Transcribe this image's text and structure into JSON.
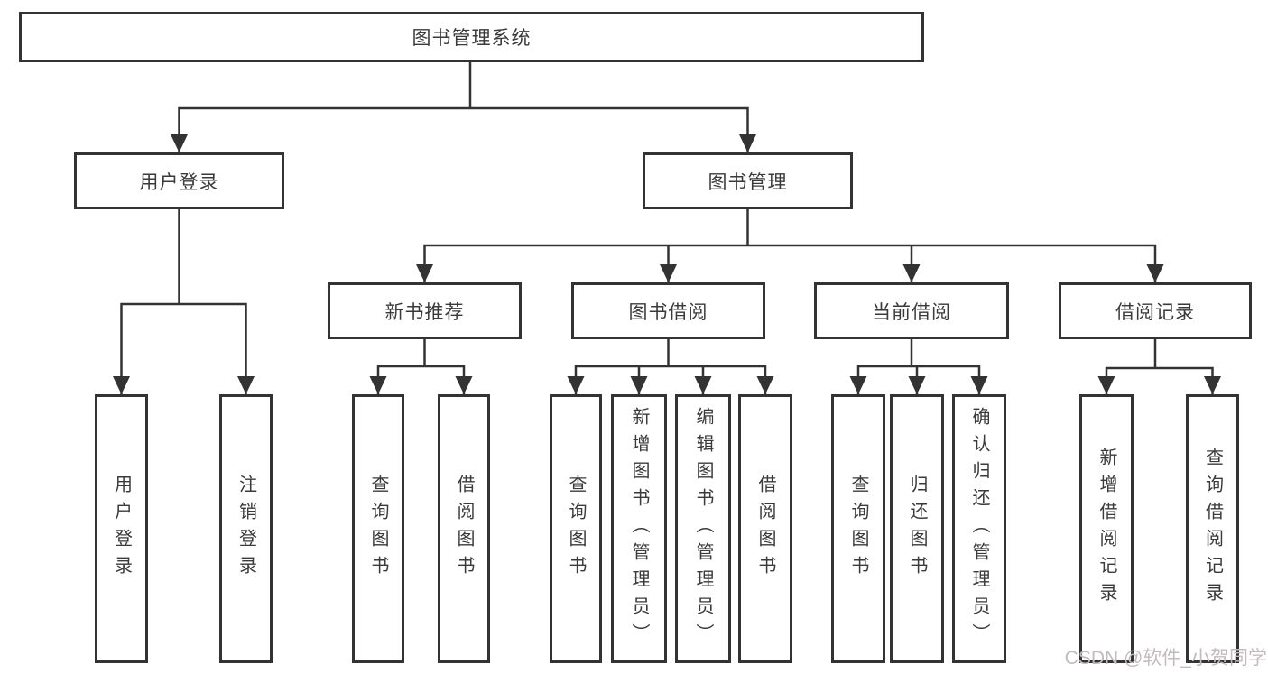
{
  "tree": {
    "label": "图书管理系统",
    "children": [
      {
        "label": "用户登录",
        "children": [
          {
            "label": "用户登录"
          },
          {
            "label": "注销登录"
          }
        ]
      },
      {
        "label": "图书管理",
        "children": [
          {
            "label": "新书推荐",
            "children": [
              {
                "label": "查询图书"
              },
              {
                "label": "借阅图书"
              }
            ]
          },
          {
            "label": "图书借阅",
            "children": [
              {
                "label": "查询图书"
              },
              {
                "label": "新增图书（管理员）"
              },
              {
                "label": "编辑图书（管理员）"
              },
              {
                "label": "借阅图书"
              }
            ]
          },
          {
            "label": "当前借阅",
            "children": [
              {
                "label": "查询图书"
              },
              {
                "label": "归还图书"
              },
              {
                "label": "确认归还（管理员）"
              }
            ]
          },
          {
            "label": "借阅记录",
            "children": [
              {
                "label": "新增借阅记录"
              },
              {
                "label": "查询借阅记录"
              }
            ]
          }
        ]
      }
    ]
  },
  "watermark": {
    "text": "CSDN @软件_小贺同学"
  },
  "colors": {
    "line": "#333333",
    "box_border": "#333333",
    "box_fill": "#ffffff",
    "text": "#3a3a3a",
    "watermark": "#c2bcbc",
    "background": "#ffffff"
  }
}
